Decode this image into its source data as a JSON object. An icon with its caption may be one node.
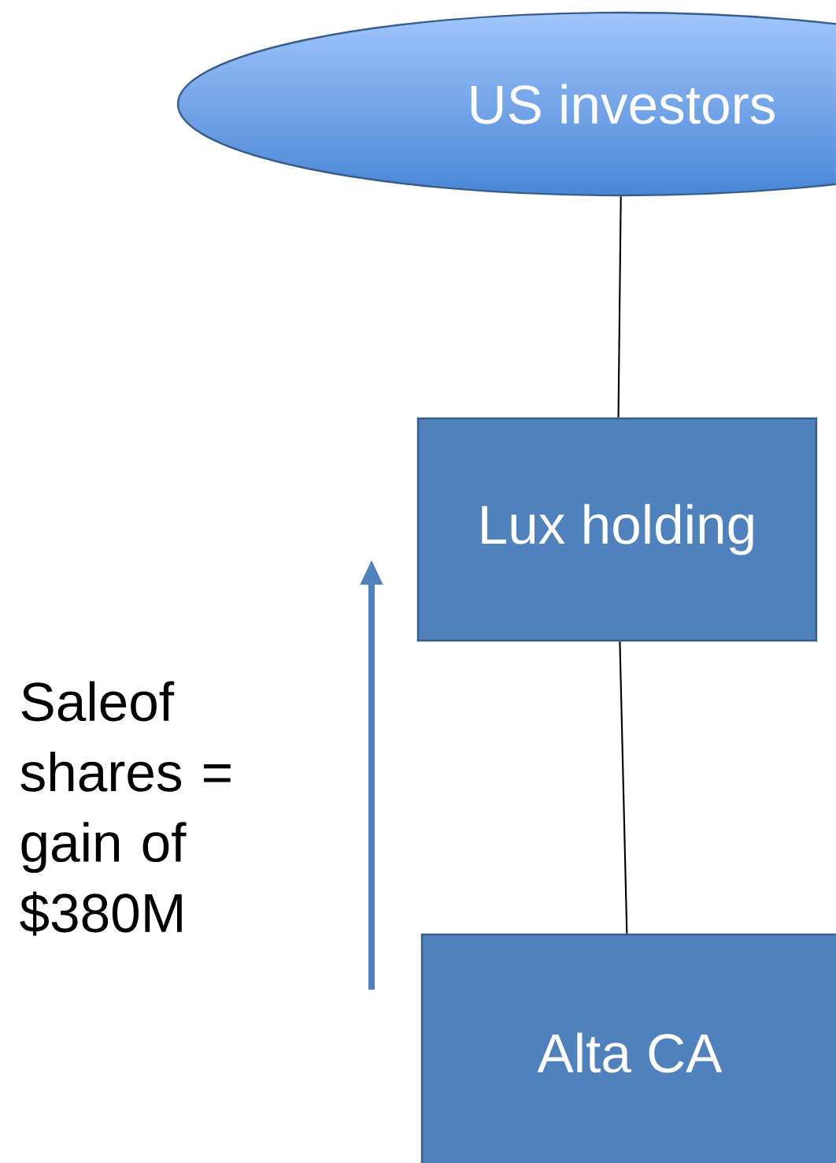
{
  "diagram": {
    "nodes": [
      {
        "text": [
          "US investors"
        ]
      },
      {
        "text": [
          "Lux holding"
        ]
      },
      {
        "text": [
          "Alta CA"
        ]
      }
    ],
    "edges": [
      {
        "from": 0,
        "to": 1,
        "arrow": "none"
      },
      {
        "from": 1,
        "to": 2,
        "arrow": "none"
      }
    ],
    "labels": [
      "Saleof shares = gain of $380M"
    ]
  }
}
